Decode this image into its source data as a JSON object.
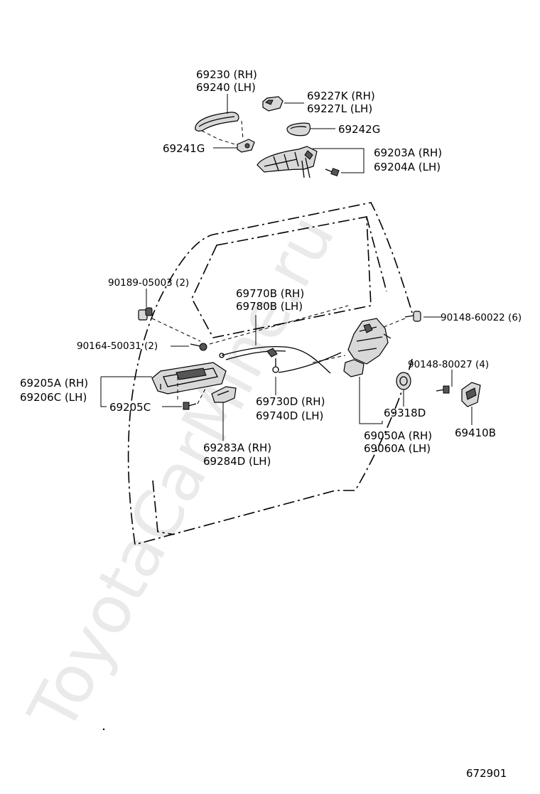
{
  "diagram": {
    "watermark": "ToyotaCarMine.ru",
    "figure_number": "672901",
    "labels": {
      "outer_handle_rh": "69230 (RH)",
      "outer_handle_lh": "69240 (LH)",
      "handle_cover_rh": "69227K (RH)",
      "handle_cover_lh": "69227L (LH)",
      "pad_69242": "69242G",
      "pad_69241": "69241G",
      "frame_rh": "69203A (RH)",
      "frame_lh": "69204A (LH)",
      "bolt_90189": "90189-05003 (2)",
      "screw_90164": "90164-50031 (2)",
      "cable_rh": "69770B (RH)",
      "cable_lh": "69780B (LH)",
      "screw_90148_6": "90148-60022 (6)",
      "inner_handle_rh": "69205A (RH)",
      "inner_handle_lh": "69206C (LH)",
      "screw_69205c": "69205C",
      "rod_rh": "69730D (RH)",
      "rod_lh": "69740D (LH)",
      "screw_90148_4": "90148-80027 (4)",
      "grommet": "69318D",
      "bezel_rh": "69283A (RH)",
      "bezel_lh": "69284D (LH)",
      "lock_rh": "69050A (RH)",
      "lock_lh": "69060A (LH)",
      "striker": "69410B"
    }
  }
}
